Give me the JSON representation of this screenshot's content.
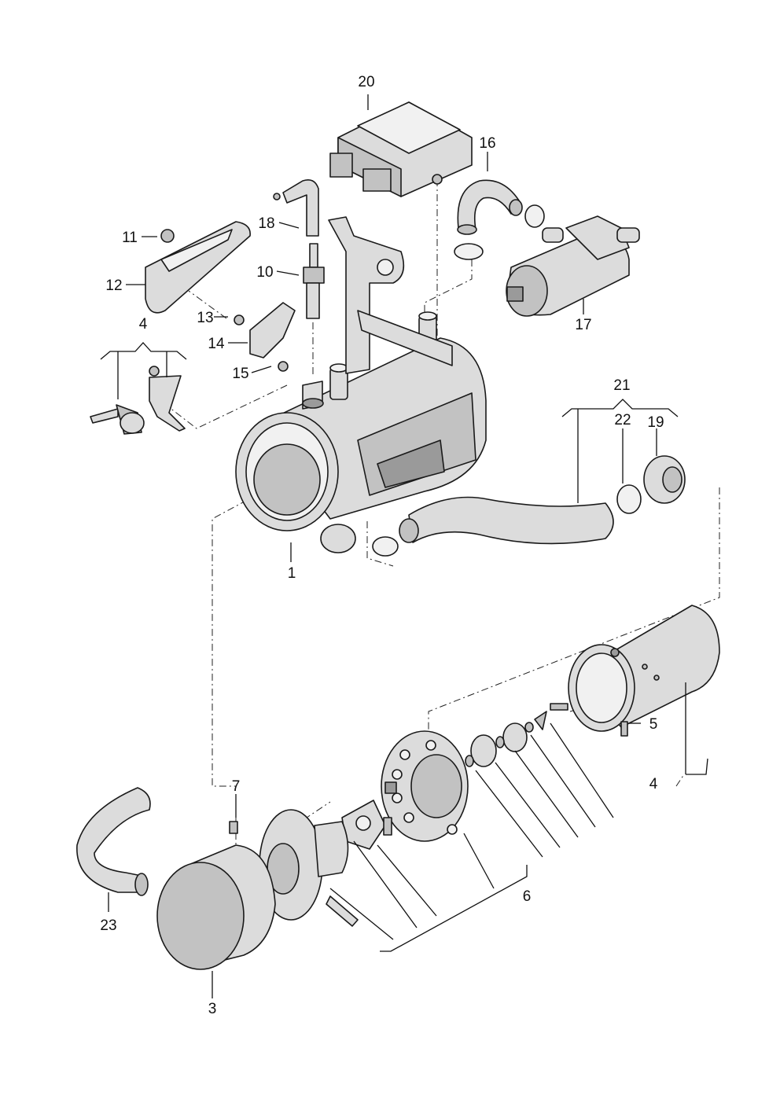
{
  "diagram": {
    "callouts": {
      "c1": "1",
      "c3": "3",
      "c4a": "4",
      "c4b": "4",
      "c5": "5",
      "c6": "6",
      "c7": "7",
      "c10": "10",
      "c11": "11",
      "c12": "12",
      "c13": "13",
      "c14": "14",
      "c15": "15",
      "c16": "16",
      "c17": "17",
      "c18": "18",
      "c19": "19",
      "c20": "20",
      "c21": "21",
      "c22": "22",
      "c23": "23"
    },
    "colors": {
      "line": "#1a1a1a",
      "part_light": "#dcdcdc",
      "part_mid": "#c2c2c2",
      "part_dark": "#9a9a9a",
      "background": "#ffffff"
    }
  }
}
